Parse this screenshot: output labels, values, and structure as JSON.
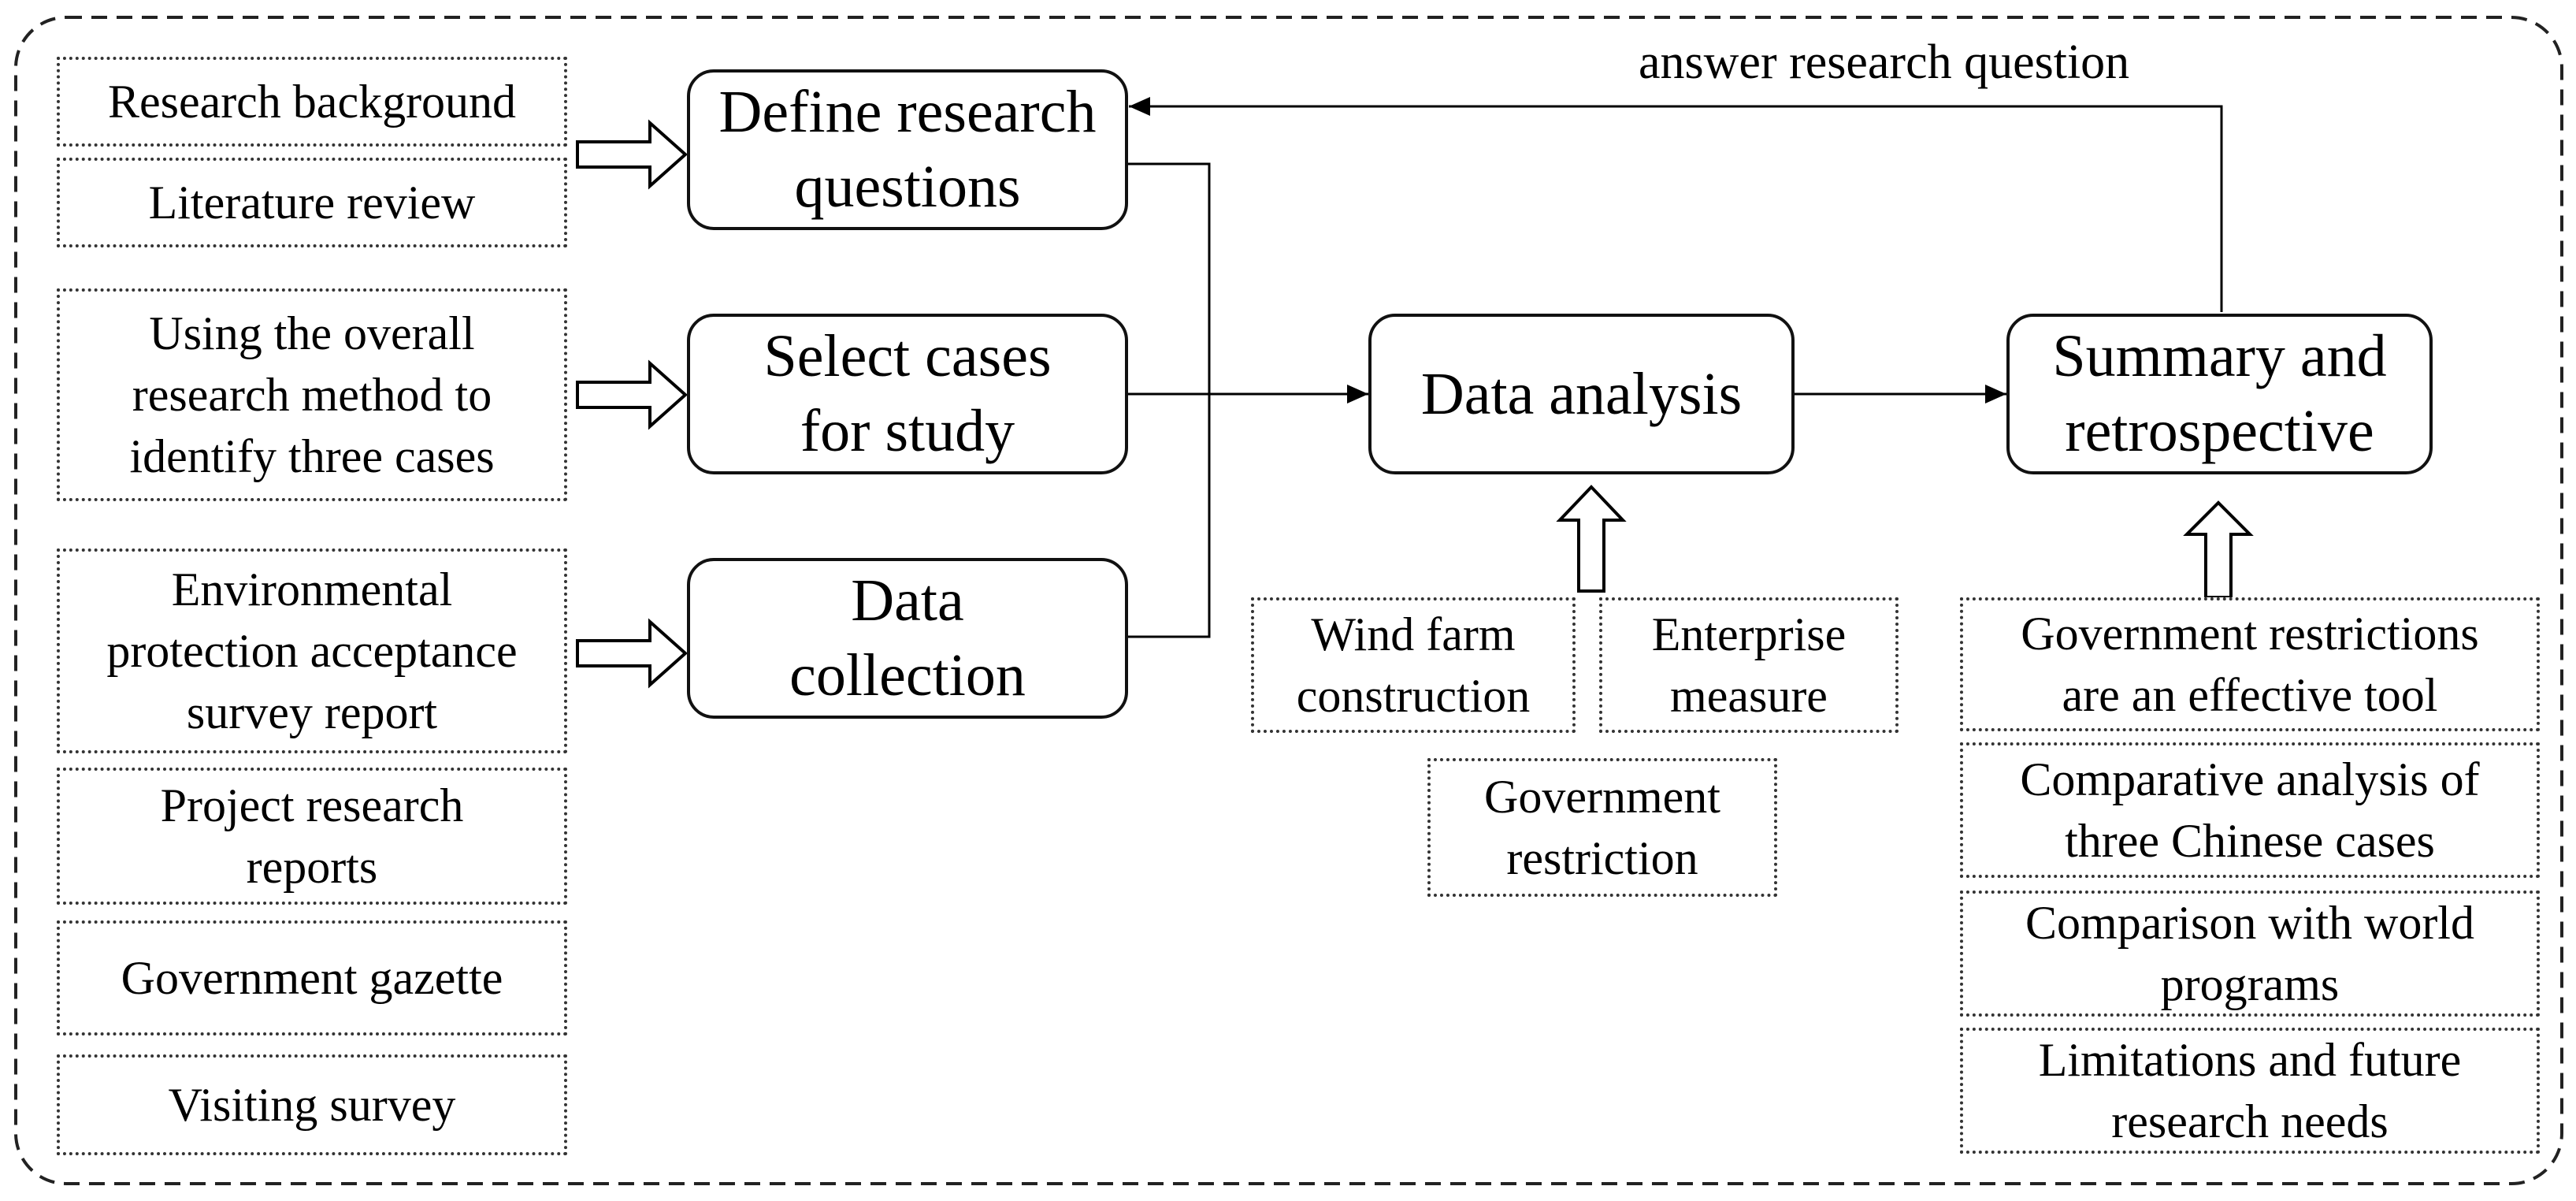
{
  "feedback_label": "answer research question",
  "inputs": {
    "research_background": "Research background",
    "literature_review": "Literature review",
    "overall_method": "Using the overall\nresearch method to\nidentify three cases",
    "environmental_report": "Environmental\nprotection acceptance\nsurvey report",
    "project_reports": "Project research\nreports",
    "government_gazette": "Government gazette",
    "visiting_survey": "Visiting survey"
  },
  "steps": {
    "define_questions": "Define research\nquestions",
    "select_cases": "Select cases\nfor study",
    "data_collection": "Data\ncollection",
    "data_analysis": "Data analysis",
    "summary": "Summary and\nretrospective"
  },
  "analysis_factors": {
    "wind_farm": "Wind farm\nconstruction",
    "enterprise": "Enterprise\nmeasure",
    "government": "Government\nrestriction"
  },
  "conclusions": {
    "government_tool": "Government restrictions\nare an effective tool",
    "comparative": "Comparative analysis of\nthree Chinese cases",
    "world": "Comparison with world\nprograms",
    "limitations": "Limitations and future\nresearch needs"
  }
}
